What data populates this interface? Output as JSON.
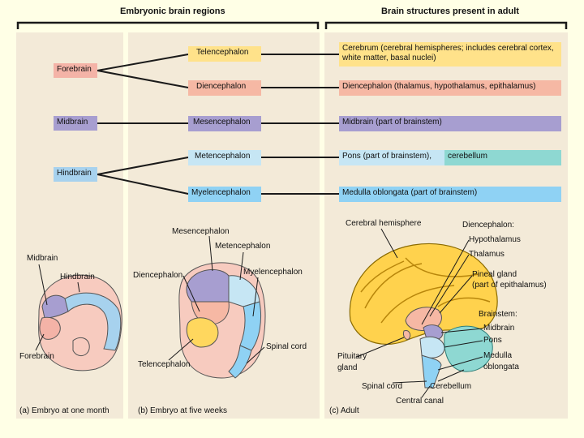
{
  "colors": {
    "page": "#ffffe6",
    "panel": "#f3ead8",
    "forebrain": "#f4b3a7",
    "midbrain": "#a79ed0",
    "hindbrain": "#a7d2ee",
    "telencephalon": "#ffe28a",
    "diencephalon": "#f6b8a4",
    "mesencephalon": "#a79ed0",
    "metencephalon": "#c6e6f4",
    "myelencephalon": "#8fd2f4",
    "cerebellum": "#8ed8d2",
    "line": "#1a1a1a"
  },
  "headers": {
    "embryonic": "Embryonic brain regions",
    "adult": "Brain structures present in adult"
  },
  "primary": {
    "forebrain": "Forebrain",
    "midbrain": "Midbrain",
    "hindbrain": "Hindbrain"
  },
  "secondary": {
    "telencephalon": "Telencephalon",
    "diencephalon": "Diencephalon",
    "mesencephalon": "Mesencephalon",
    "metencephalon": "Metencephalon",
    "myelencephalon": "Myelencephalon"
  },
  "adult": {
    "cerebrum": "Cerebrum (cerebral hemispheres; includes cerebral cortex, white matter, basal nuclei)",
    "diencephalon": "Diencephalon (thalamus, hypothalamus, epithalamus)",
    "midbrain": "Midbrain (part of brainstem)",
    "pons": "Pons (part of brainstem),",
    "cerebellum": "cerebellum",
    "medulla": "Medulla oblongata (part of brainstem)"
  },
  "panel_a": {
    "midbrain": "Midbrain",
    "hindbrain": "Hindbrain",
    "forebrain": "Forebrain",
    "caption": "(a) Embryo at one month"
  },
  "panel_b": {
    "mesencephalon": "Mesencephalon",
    "metencephalon": "Metencephalon",
    "diencephalon": "Diencephalon",
    "myelencephalon": "Myelencephalon",
    "spinal_cord": "Spinal cord",
    "telencephalon": "Telencephalon",
    "caption": "(b) Embryo at five weeks"
  },
  "panel_c": {
    "cerebral_hemisphere": "Cerebral hemisphere",
    "diencephalon_head": "Diencephalon:",
    "hypothalamus": "Hypothalamus",
    "thalamus": "Thalamus",
    "pineal_1": "Pineal gland",
    "pineal_2": "(part of epithalamus)",
    "brainstem_head": "Brainstem:",
    "midbrain": "Midbrain",
    "pons": "Pons",
    "medulla_1": "Medulla",
    "medulla_2": "oblongata",
    "pituitary_1": "Pituitary",
    "pituitary_2": "gland",
    "spinal_cord": "Spinal cord",
    "cerebellum": "Cerebellum",
    "central_canal": "Central canal",
    "caption": "(c) Adult"
  }
}
